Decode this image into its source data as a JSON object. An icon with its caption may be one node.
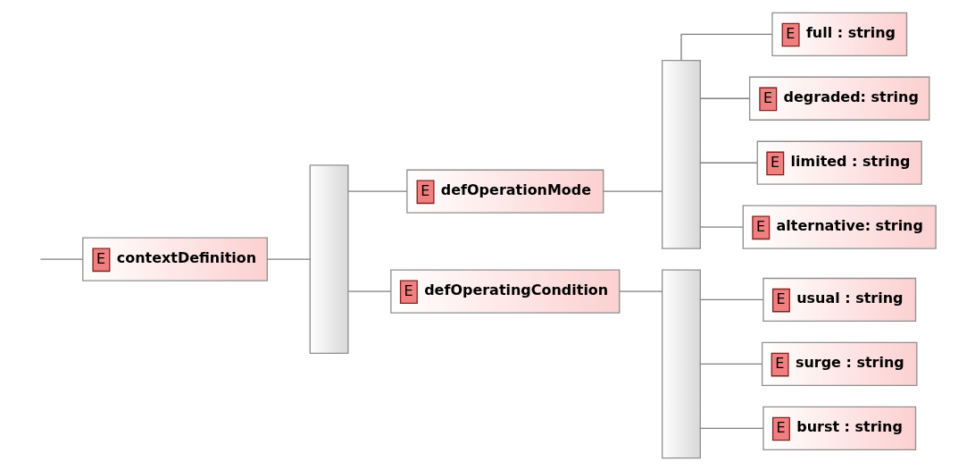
{
  "diagram": {
    "nodes": [
      {
        "text": [
          "E",
          "contextDefinition"
        ]
      },
      {
        "text": [],
        "shape": "bar"
      },
      {
        "text": [
          "E",
          "defOperationMode"
        ]
      },
      {
        "text": [],
        "shape": "bar"
      },
      {
        "text": [
          "E",
          "full : string"
        ]
      },
      {
        "text": [
          "E",
          "degraded: string"
        ]
      },
      {
        "text": [
          "E",
          "limited : string"
        ]
      },
      {
        "text": [
          "E",
          "alternative: string"
        ]
      },
      {
        "text": [
          "E",
          "defOperatingCondition"
        ]
      },
      {
        "text": [],
        "shape": "bar"
      },
      {
        "text": [
          "E",
          "usual : string"
        ]
      },
      {
        "text": [
          "E",
          "surge : string"
        ]
      },
      {
        "text": [
          "E",
          "burst : string"
        ]
      }
    ],
    "edges": [
      {
        "from": null,
        "to": 0,
        "arrow": "none"
      },
      {
        "from": 0,
        "to": 1,
        "arrow": "none"
      },
      {
        "from": 1,
        "to": 2,
        "arrow": "none"
      },
      {
        "from": 1,
        "to": 8,
        "arrow": "none"
      },
      {
        "from": 2,
        "to": 3,
        "arrow": "none"
      },
      {
        "from": 3,
        "to": 4,
        "arrow": "none"
      },
      {
        "from": 3,
        "to": 5,
        "arrow": "none"
      },
      {
        "from": 3,
        "to": 6,
        "arrow": "none"
      },
      {
        "from": 3,
        "to": 7,
        "arrow": "none"
      },
      {
        "from": 8,
        "to": 9,
        "arrow": "none"
      },
      {
        "from": 9,
        "to": 10,
        "arrow": "none"
      },
      {
        "from": 9,
        "to": 11,
        "arrow": "none"
      },
      {
        "from": 9,
        "to": 12,
        "arrow": "none"
      }
    ]
  }
}
